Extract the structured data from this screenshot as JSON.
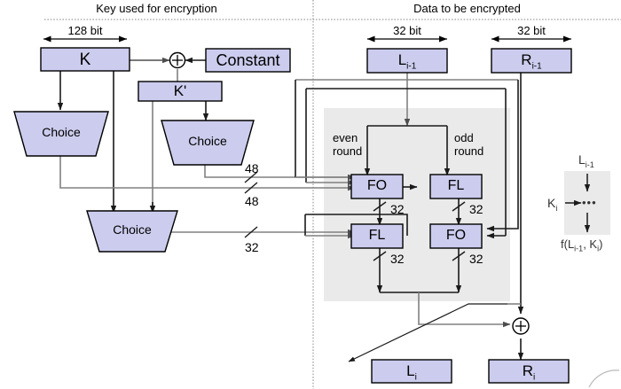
{
  "diagram": {
    "title_left": "Key used for encryption",
    "title_right": "Data to be encrypted",
    "colors": {
      "box_fill": "#ccccee",
      "box_stroke": "#000000",
      "panel_fill": "#eaeaea",
      "wire_dark": "#1a1a1a",
      "wire_gray": "#808080",
      "divider": "#999999",
      "page_bg": "#ffffff"
    }
  },
  "key_side": {
    "width_label": "128 bit",
    "boxes": {
      "k": "K",
      "k_prime": "K'",
      "constant": "Constant"
    },
    "xor_symbol": "+",
    "choices": [
      {
        "label": "Choice"
      },
      {
        "label": "Choice"
      },
      {
        "label": "Choice"
      }
    ],
    "bus_labels": {
      "upper_48": "48",
      "lower_48": "48",
      "lower_32": "32"
    }
  },
  "data_side": {
    "width_labels": {
      "left": "32 bit",
      "right": "32 bit"
    },
    "inputs": {
      "left": {
        "base": "L",
        "sub": "i-1"
      },
      "right": {
        "base": "R",
        "sub": "i-1"
      }
    },
    "round_labels": {
      "even_line1": "even",
      "even_line2": "round",
      "odd_line1": "odd",
      "odd_line2": "round"
    },
    "functions": {
      "top_left": "FO",
      "top_right": "FL",
      "bottom_left": "FL",
      "bottom_right": "FO"
    },
    "wire_widths": {
      "fo_top": "32",
      "fl_top": "32",
      "fl_bottom": "32",
      "fo_bottom": "32"
    },
    "xor_symbol": "+",
    "outputs": {
      "left": {
        "base": "L",
        "sub": "i"
      },
      "right": {
        "base": "R",
        "sub": "i"
      }
    }
  },
  "legend_inset": {
    "input_base": "L",
    "input_sub": "i-1",
    "key_base": "K",
    "key_sub": "i",
    "ellipsis": "•••",
    "output_text": "f(L",
    "output_sub1": "i-1",
    "output_mid": ", K",
    "output_sub2": "i",
    "output_end": ")"
  }
}
